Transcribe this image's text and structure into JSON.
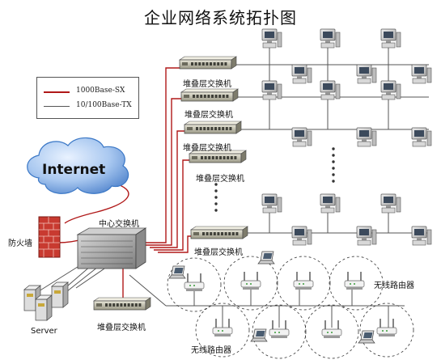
{
  "title": "企业网络系统拓扑图",
  "legend": {
    "items": [
      {
        "label": "1000Base-SX",
        "color": "#b01818"
      },
      {
        "label": "10/100Base-TX",
        "color": "#555555"
      }
    ]
  },
  "labels": {
    "internet": "Internet",
    "firewall": "防火墙",
    "core_switch": "中心交换机",
    "server": "Server",
    "stack_switch": "堆叠层交换机",
    "wireless_router": "无线路由器"
  },
  "colors": {
    "fiber": "#b01818",
    "copper": "#555555",
    "cloud": "#3a77c6",
    "firewall": "#c0302a"
  }
}
